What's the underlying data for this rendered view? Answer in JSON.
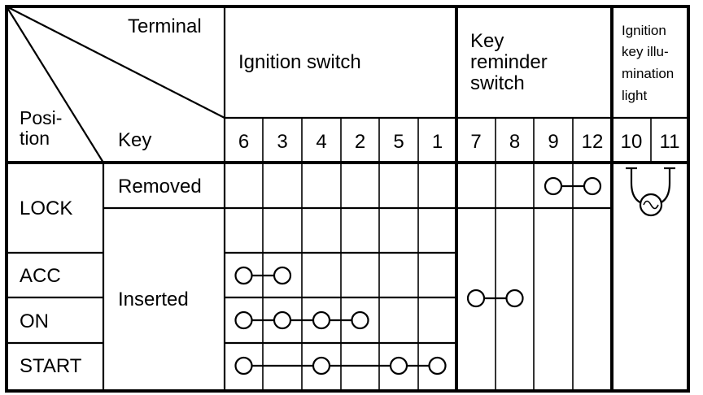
{
  "header": {
    "terminal_label": "Terminal",
    "position_label_1": "Posi-",
    "position_label_2": "tion",
    "key_label": "Key",
    "ignition_switch_label": "Ignition switch",
    "key_reminder_label_1": "Key",
    "key_reminder_label_2": "reminder",
    "key_reminder_label_3": "switch",
    "illum_label_1": "Ignition",
    "illum_label_2": "key illu-",
    "illum_label_3": "mination",
    "illum_label_4": "light"
  },
  "terminals": {
    "ignition_switch": [
      "6",
      "3",
      "4",
      "2",
      "5",
      "1"
    ],
    "key_reminder": [
      "7",
      "8",
      "9",
      "12"
    ],
    "illumination": [
      "10",
      "11"
    ]
  },
  "positions": [
    "LOCK",
    "ACC",
    "ON",
    "START"
  ],
  "key_states": {
    "removed": "Removed",
    "inserted": "Inserted"
  },
  "connections": {
    "ACC": [
      "6",
      "3"
    ],
    "ON": [
      "6",
      "3",
      "4",
      "2"
    ],
    "START": [
      "6",
      "4",
      "5",
      "1"
    ],
    "key_removed": [
      "9",
      "12"
    ],
    "key_inserted": [
      "7",
      "8"
    ],
    "illumination": [
      "10",
      "11"
    ]
  }
}
